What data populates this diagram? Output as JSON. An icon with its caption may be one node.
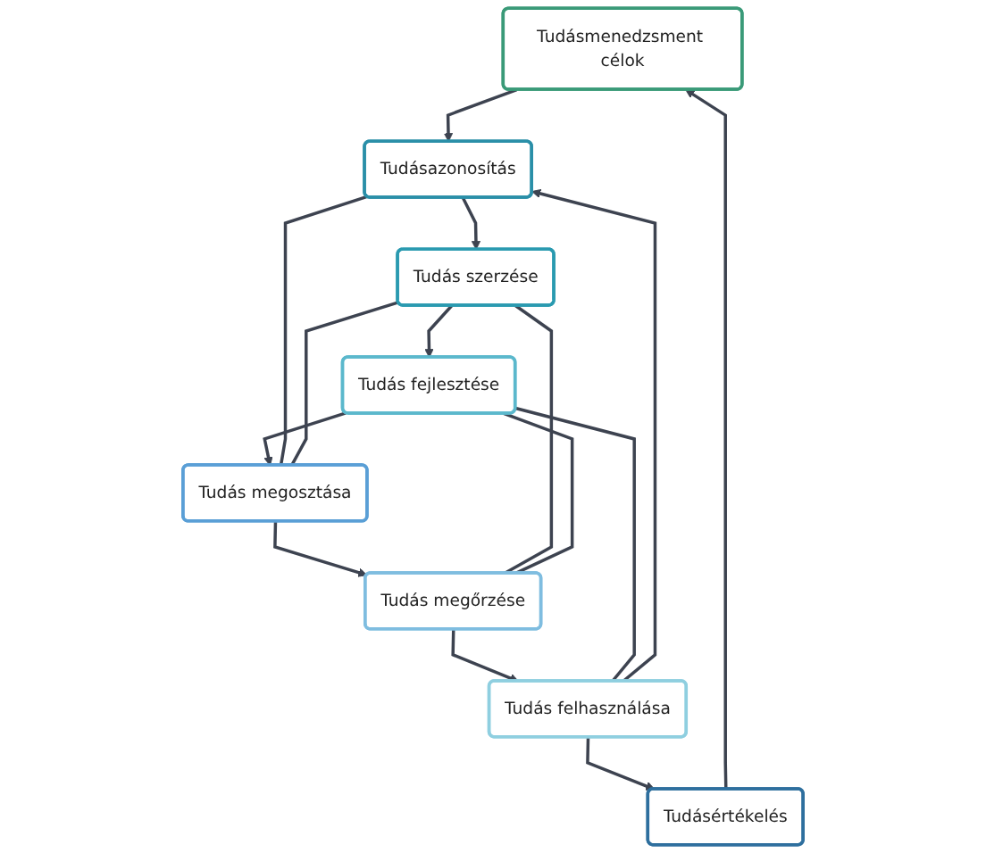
{
  "diagram": {
    "nodes": [
      {
        "text": [
          "Tudásmenedzsment célok"
        ]
      },
      {
        "text": [
          "Tudásértékelés"
        ]
      },
      {
        "text": [
          "Tudásazonosítás"
        ]
      },
      {
        "text": [
          "Tudás felhasználása"
        ]
      },
      {
        "text": [
          "Tudás szerzése"
        ]
      },
      {
        "text": [
          "Tudás megőrzése"
        ]
      },
      {
        "text": [
          "Tudás fejlesztése"
        ]
      },
      {
        "text": [
          "Tudás megosztása"
        ]
      }
    ],
    "edges": [
      {
        "from": 1,
        "to": 0,
        "arrow": "to"
      },
      {
        "from": 0,
        "to": 2,
        "arrow": "to"
      },
      {
        "from": 3,
        "to": 2,
        "arrow": "to"
      },
      {
        "from": 3,
        "to": 1,
        "arrow": "to"
      },
      {
        "from": 2,
        "to": 4,
        "arrow": "to"
      },
      {
        "from": 5,
        "to": 3,
        "arrow": "to"
      },
      {
        "from": 4,
        "to": 6,
        "arrow": "to"
      },
      {
        "from": 6,
        "to": 7,
        "arrow": "to"
      },
      {
        "from": 7,
        "to": 5,
        "arrow": "to"
      },
      {
        "from": 2,
        "to": 7,
        "arrow": "none"
      },
      {
        "from": 4,
        "to": 5,
        "arrow": "none"
      },
      {
        "from": 4,
        "to": 7,
        "arrow": "none"
      },
      {
        "from": 6,
        "to": 3,
        "arrow": "none"
      },
      {
        "from": 6,
        "to": 5,
        "arrow": "none"
      }
    ]
  }
}
